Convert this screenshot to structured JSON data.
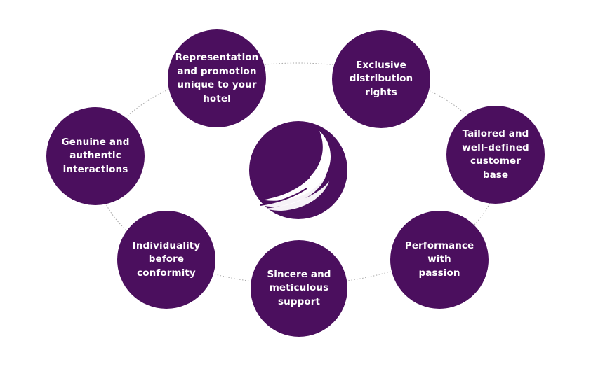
{
  "colors": {
    "circle_fill": "#4b0f5e",
    "circle_text": "#ffffff",
    "ring_line": "#a9a9a9"
  },
  "center": {
    "icon": "wing-logo-icon"
  },
  "items": [
    {
      "label": "Representation and promotion unique to your hotel",
      "lines": [
        "Representation",
        "and promotion",
        "unique to your",
        "hotel"
      ]
    },
    {
      "label": "Exclusive distribution rights",
      "lines": [
        "Exclusive",
        "distribution",
        "rights"
      ]
    },
    {
      "label": "Genuine and authentic interactions",
      "lines": [
        "Genuine and",
        "authentic",
        "interactions"
      ]
    },
    {
      "label": "Tailored and well-defined customer base",
      "lines": [
        "Tailored and",
        "well-defined",
        "customer base"
      ]
    },
    {
      "label": "Individuality before conformity",
      "lines": [
        "Individuality",
        "before",
        "conformity"
      ]
    },
    {
      "label": "Performance with passion",
      "lines": [
        "Performance",
        "with",
        "passion"
      ]
    },
    {
      "label": "Sincere and meticulous support",
      "lines": [
        "Sincere and",
        "meticulous",
        "support"
      ]
    }
  ]
}
